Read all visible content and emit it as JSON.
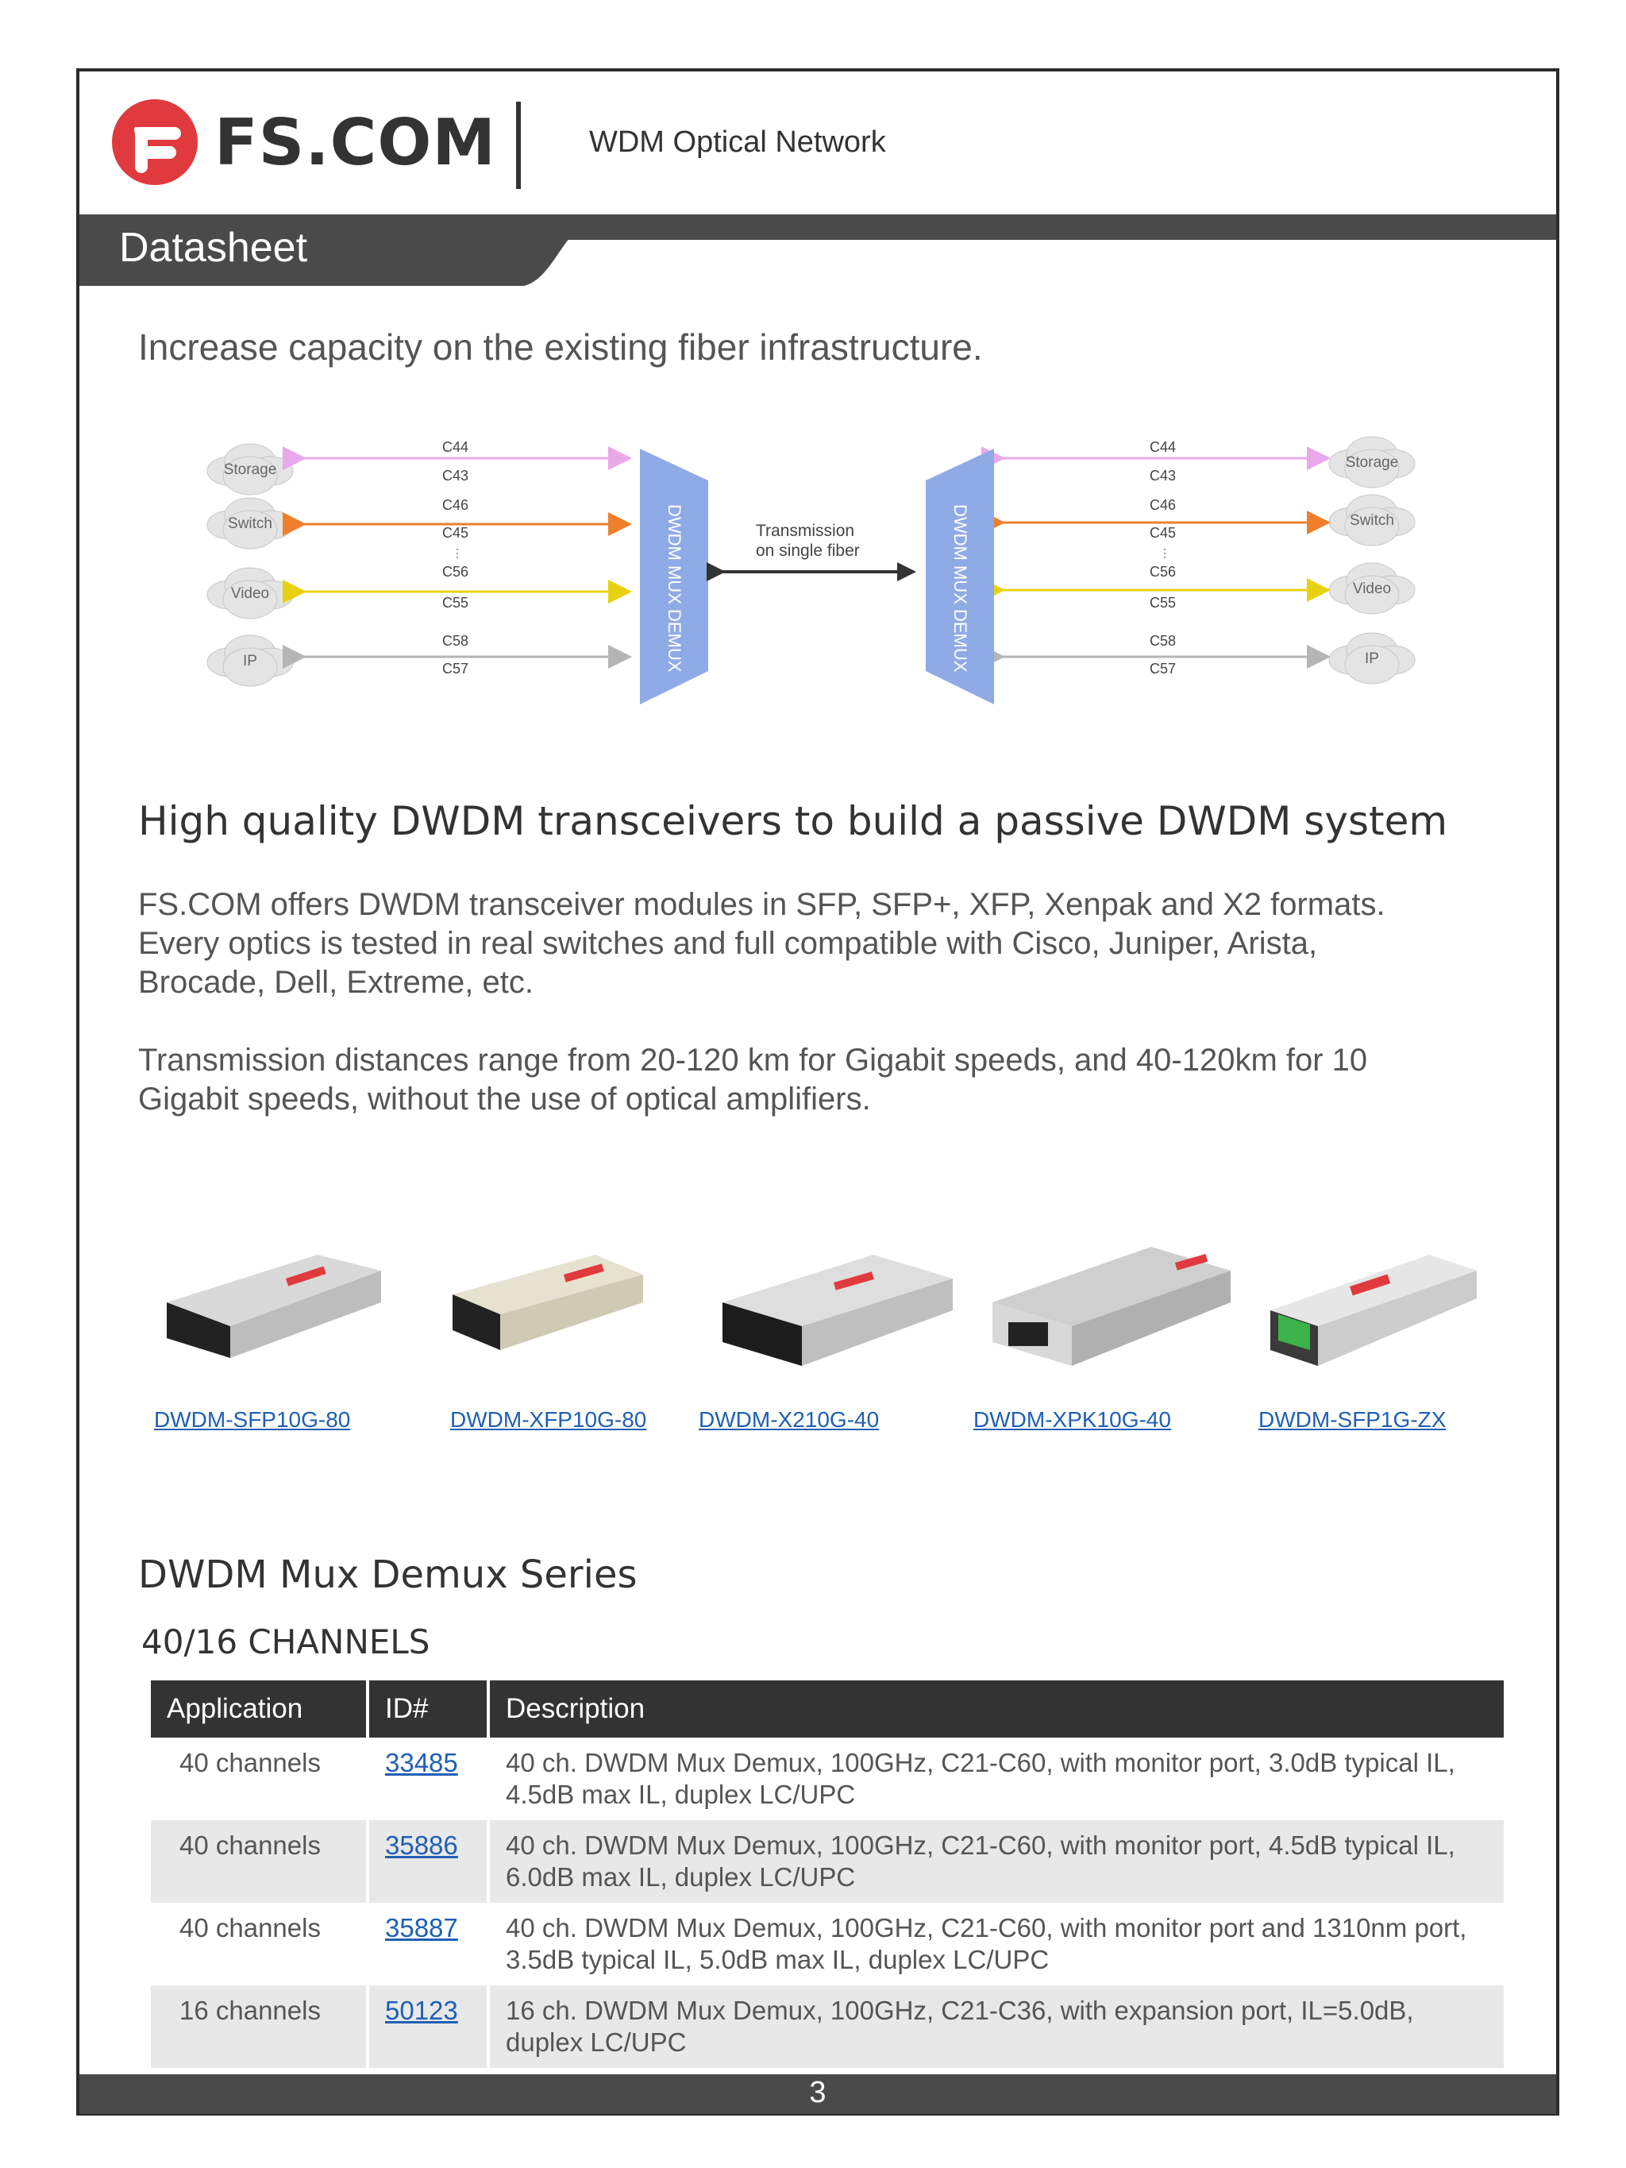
{
  "header": {
    "logo_text": "FS.COM",
    "subtitle": "WDM Optical Network",
    "banner": "Datasheet",
    "accent_color": "#e03a3e"
  },
  "lead": "Increase capacity on the existing fiber infrastructure.",
  "diagram": {
    "left_nodes": [
      "Storage",
      "Switch",
      "Video",
      "IP"
    ],
    "right_nodes": [
      "Storage",
      "Switch",
      "Video",
      "IP"
    ],
    "channels": [
      "C44",
      "C43",
      "C46",
      "C45",
      "C56",
      "C55",
      "C58",
      "C57"
    ],
    "mux_label": "DWDM MUX DEMUX",
    "link_label_1": "Transmission",
    "link_label_2": "on single fiber"
  },
  "section1": {
    "heading": "High quality DWDM transceivers to build a passive DWDM system",
    "para1_line1": "FS.COM offers DWDM transceiver modules in SFP, SFP+, XFP, Xenpak and X2 formats.",
    "para1_line2": "Every optics is tested in real switches and full compatible with Cisco, Juniper, Arista,",
    "para1_line3": "Brocade, Dell, Extreme, etc.",
    "para2_line1": "Transmission distances range from 20-120 km for Gigabit speeds, and 40-120km for 10",
    "para2_line2": "Gigabit speeds, without the use of optical amplifiers."
  },
  "products": [
    {
      "name": "DWDM-SFP10G-80"
    },
    {
      "name": "DWDM-XFP10G-80"
    },
    {
      "name": "DWDM-X210G-40"
    },
    {
      "name": "DWDM-XPK10G-40"
    },
    {
      "name": "DWDM-SFP1G-ZX"
    }
  ],
  "section2": {
    "heading": "DWDM Mux Demux  Series",
    "subheading": "40/16  CHANNELS"
  },
  "table": {
    "headers": [
      "Application",
      "ID#",
      "Description"
    ],
    "rows": [
      {
        "app": "40 channels",
        "id": "33485",
        "desc1": "40 ch. DWDM Mux Demux, 100GHz, C21-C60, with monitor port, 3.0dB typical IL,",
        "desc2": "4.5dB max IL, duplex LC/UPC"
      },
      {
        "app": "40 channels",
        "id": "35886",
        "desc1": "40 ch. DWDM Mux Demux, 100GHz, C21-C60, with monitor port, 4.5dB typical IL,",
        "desc2": "6.0dB max IL, duplex LC/UPC"
      },
      {
        "app": "40 channels",
        "id": "35887",
        "desc1": "40 ch. DWDM Mux Demux, 100GHz, C21-C60, with monitor port and 1310nm port,",
        "desc2": "3.5dB typical IL, 5.0dB max IL, duplex LC/UPC"
      },
      {
        "app": "16 channels",
        "id": "50123",
        "desc1": "16 ch. DWDM Mux Demux, 100GHz, C21-C36, with expansion port, IL=5.0dB,",
        "desc2": "duplex LC/UPC"
      }
    ]
  },
  "footer": {
    "page": "3"
  }
}
